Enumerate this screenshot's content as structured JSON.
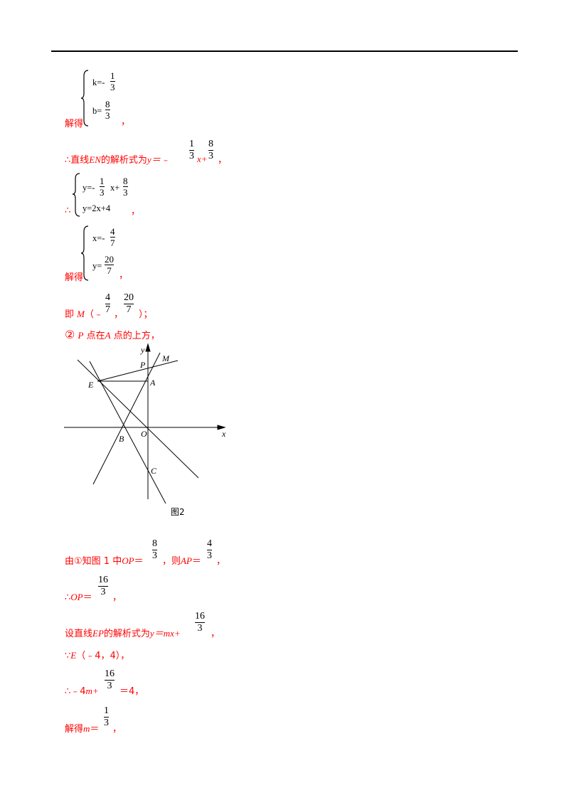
{
  "colors": {
    "accent_text": "#ff0000",
    "math": "#000000"
  },
  "s1": {
    "label": "解得",
    "comma": "，",
    "k_lhs": "k=-",
    "k_num": "1",
    "k_den": "3",
    "b_lhs": "b=",
    "b_num": "8",
    "b_den": "3"
  },
  "s2": {
    "prefix": "∴直线",
    "name": "EN",
    "mid": "的解析式为",
    "yeq": "y＝﹣",
    "n1": "1",
    "d1": "3",
    "xplus": "x+",
    "n2": "8",
    "d2": "3",
    "end": "，"
  },
  "s3": {
    "therefore": "∴",
    "comma": "，",
    "y1_lhs": "y=-",
    "y1_n1": "1",
    "y1_d1": "3",
    "y1_mid": "x+",
    "y1_n2": "8",
    "y1_d2": "3",
    "y2": "y=2x+4"
  },
  "s4": {
    "label": "解得",
    "comma": "，",
    "x_lhs": "x=-",
    "x_num": "4",
    "x_den": "7",
    "y_lhs": "y=",
    "y_num": "20",
    "y_den": "7"
  },
  "s5": {
    "prefix": "即",
    "M": "M",
    "open": "（﹣",
    "n1": "4",
    "d1": "7",
    "sep": "，",
    "n2": "20",
    "d2": "7",
    "close": "）；"
  },
  "s6": {
    "circled": "②",
    "P": "P",
    "mid": "点在",
    "A": "A",
    "end": "点的上方，"
  },
  "figure": {
    "labels": {
      "y": "y",
      "x": "x",
      "P": "P",
      "M": "M",
      "E": "E",
      "A": "A",
      "O": "O",
      "B": "B",
      "C": "C"
    },
    "caption": "图2"
  },
  "s7": {
    "prefix": "由①知图 1 中",
    "OP": "OP",
    "eq1": "＝",
    "n1": "8",
    "d1": "3",
    "mid": "，则",
    "AP": "AP",
    "eq2": "＝",
    "n2": "4",
    "d2": "3",
    "end": "，"
  },
  "s8": {
    "prefix": "∴",
    "OP": "OP",
    "eq": "＝",
    "n": "16",
    "d": "3",
    "end": "，"
  },
  "s9": {
    "prefix": "设直线",
    "EP": "EP",
    "mid": "的解析式为",
    "rhs": "y＝mx+",
    "n": "16",
    "d": "3",
    "end": "，"
  },
  "s10": {
    "prefix": "∵",
    "E": "E",
    "coords": "（﹣4，4），"
  },
  "s11": {
    "prefix": "∴﹣4",
    "m": "m+",
    "n": "16",
    "d": "3",
    "end": "＝4，"
  },
  "s12": {
    "prefix": "解得",
    "m": "m",
    "eq": "＝",
    "n": "1",
    "d": "3",
    "end": "，"
  }
}
